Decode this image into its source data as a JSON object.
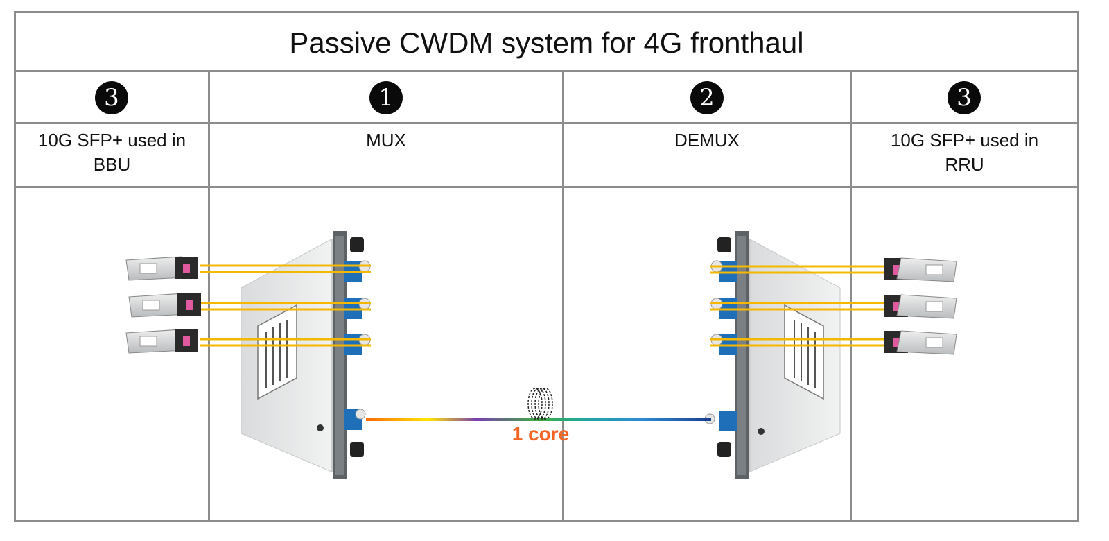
{
  "title": "Passive CWDM system for 4G fronthaul",
  "columns": [
    {
      "badge": "3",
      "label": "10G SFP+ used in BBU"
    },
    {
      "badge": "1",
      "label": "MUX"
    },
    {
      "badge": "2",
      "label": "DEMUX"
    },
    {
      "badge": "3",
      "label": "10G SFP+  used in RRU"
    }
  ],
  "fiber": {
    "label": "1 core"
  },
  "colors": {
    "grid": "#8c8c8c",
    "badge": "#0a0a0a",
    "fiber_yellow": "#f5b800",
    "connector_blue": "#1f6fb8",
    "core_label": "#f26522"
  },
  "icons": [
    "sfp-module-icon",
    "mux-device-icon",
    "demux-device-icon",
    "fiber-coil-icon"
  ]
}
